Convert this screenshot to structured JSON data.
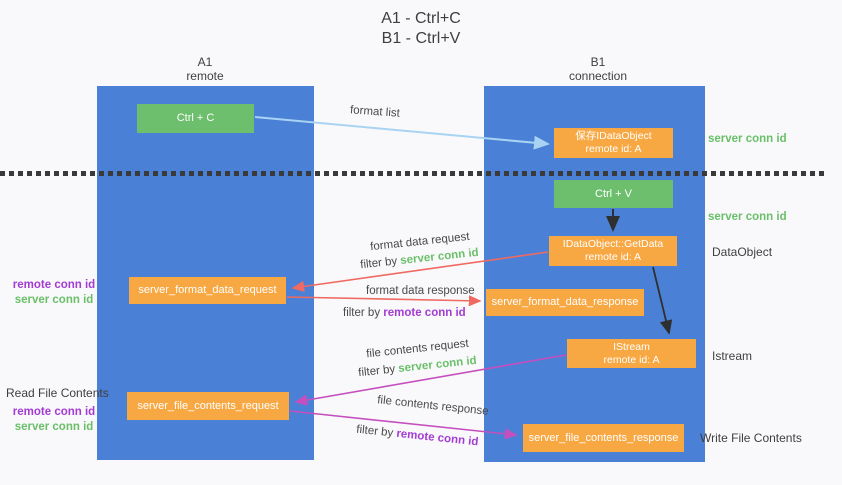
{
  "title": {
    "line1": "A1 - Ctrl+C",
    "line2": "B1 - Ctrl+V"
  },
  "lanes": {
    "left": {
      "name": "A1",
      "subtitle": "remote"
    },
    "right": {
      "name": "B1",
      "subtitle": "connection"
    }
  },
  "boxes": {
    "ctrl_c": {
      "label": "Ctrl + C"
    },
    "ctrl_v": {
      "label": "Ctrl + V"
    },
    "save_idataobject": {
      "line1": "保存IDataObject",
      "line2": "remote id: A"
    },
    "getdata": {
      "line1": "IDataObject::GetData",
      "line2": "remote id: A"
    },
    "istream": {
      "line1": "IStream",
      "line2": "remote id: A"
    },
    "format_request": {
      "label": "server_format_data_request"
    },
    "format_response": {
      "label": "server_format_data_response"
    },
    "file_request": {
      "label": "server_file_contents_request"
    },
    "file_response": {
      "label": "server_file_contents_response"
    }
  },
  "arrow_labels": {
    "format_list": "format list",
    "format_data_request": "format data request",
    "format_data_response": "format data response",
    "file_contents_request": "file contents request",
    "file_contents_response": "file contents response",
    "filter_by": "filter by ",
    "server_conn_id": "server conn id",
    "remote_conn_id": "remote conn id"
  },
  "side_labels": {
    "server_conn_id_top": "server conn id",
    "server_conn_id_mid": "server conn id",
    "dataobject": "DataObject",
    "istream": "Istream",
    "write_file_contents": "Write File Contents",
    "read_file_contents": "Read File Contents",
    "format_remote_conn_id": "remote conn id",
    "format_server_conn_id": "server conn id",
    "file_remote_conn_id": "remote conn id",
    "file_server_conn_id": "server conn id"
  },
  "colors": {
    "lane_blue": "#4a80d5",
    "box_green": "#6dbf6e",
    "box_orange": "#f8a843",
    "arrow_lightblue": "#a9d3f2",
    "arrow_red": "#ee6a62",
    "arrow_magenta": "#c64fc0",
    "arrow_black": "#2f2f2f",
    "text_green": "#6abf69",
    "text_purple": "#a43bd3",
    "text_dark": "#3f3f3f"
  }
}
